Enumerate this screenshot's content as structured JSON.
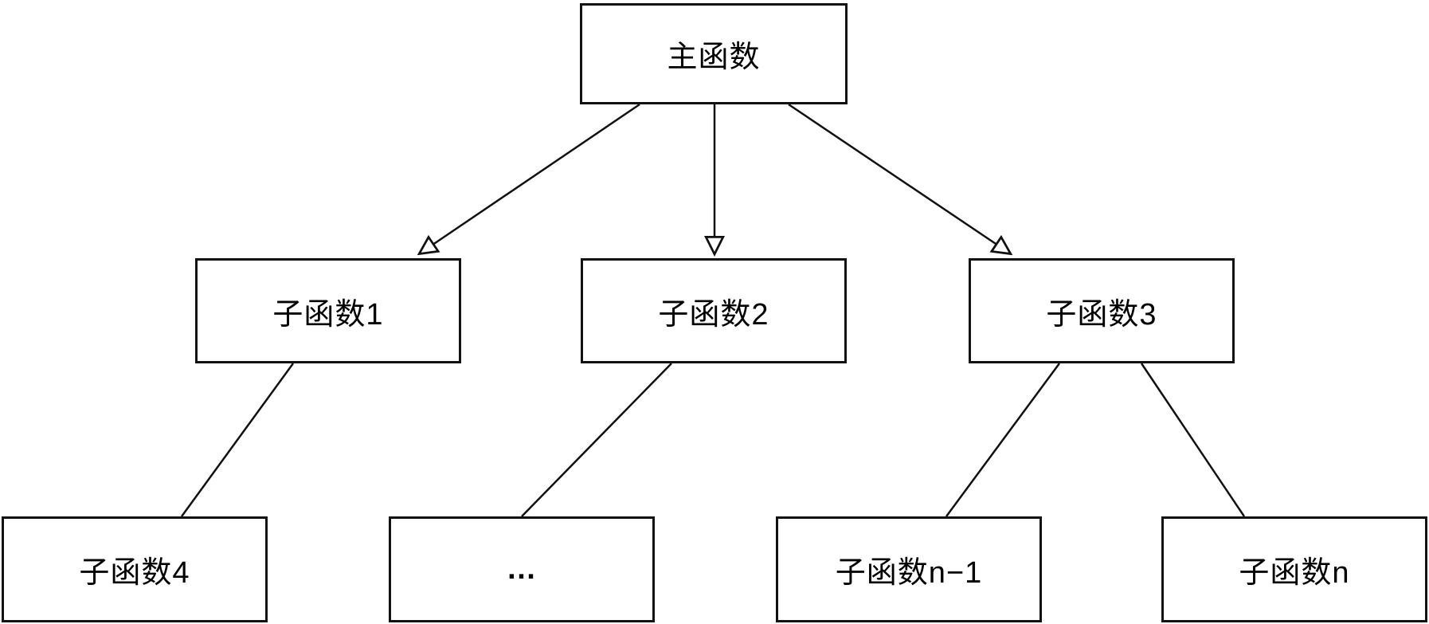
{
  "diagram": {
    "title": "function-call-tree",
    "root": {
      "label": "主函数"
    },
    "children": [
      {
        "label": "子函数1"
      },
      {
        "label": "子函数2"
      },
      {
        "label": "子函数3"
      }
    ],
    "leaves": [
      {
        "label": "子函数4"
      },
      {
        "label": "…"
      },
      {
        "label": "子函数n−1"
      },
      {
        "label": "子函数n"
      }
    ],
    "edges": [
      {
        "from": "主函数",
        "to": "子函数1",
        "style": "open-arrow"
      },
      {
        "from": "主函数",
        "to": "子函数2",
        "style": "open-arrow"
      },
      {
        "from": "主函数",
        "to": "子函数3",
        "style": "open-arrow"
      },
      {
        "from": "子函数1",
        "to": "子函数4",
        "style": "line"
      },
      {
        "from": "子函数2",
        "to": "…",
        "style": "line"
      },
      {
        "from": "子函数3",
        "to": "子函数n−1",
        "style": "line"
      },
      {
        "from": "子函数3",
        "to": "子函数n",
        "style": "line"
      }
    ],
    "colors": {
      "stroke": "#111111",
      "background": "#ffffff",
      "text": "#000000"
    }
  }
}
